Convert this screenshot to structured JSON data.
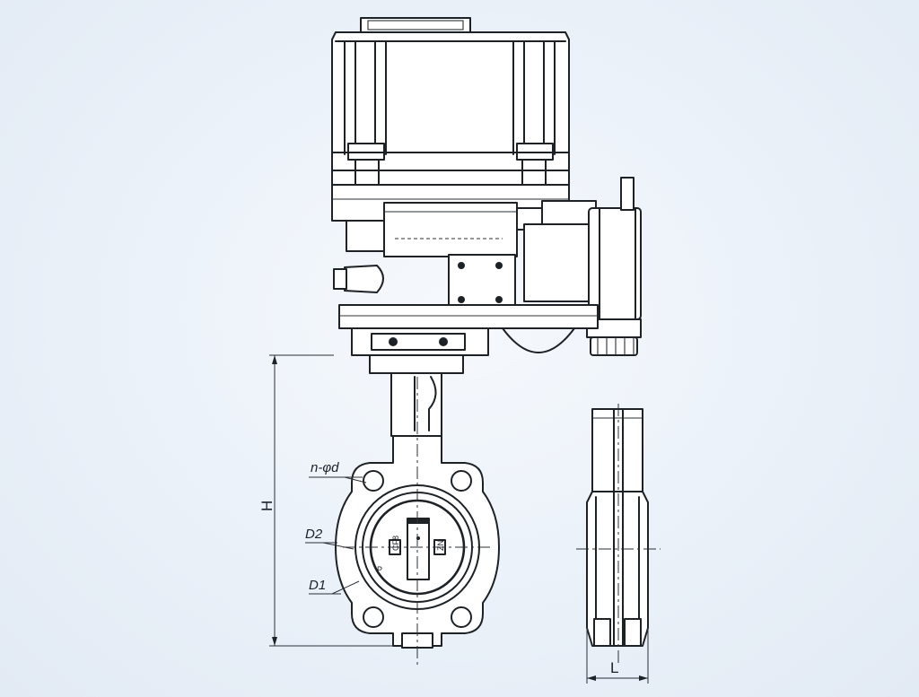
{
  "labels": {
    "hole_spec": "n-φd",
    "height": "H",
    "diameter_2": "D2",
    "diameter_1": "D1",
    "length": "L",
    "disc_left_mark": "CF8",
    "disc_right_mark": "ZN",
    "seat_mark": "P"
  }
}
